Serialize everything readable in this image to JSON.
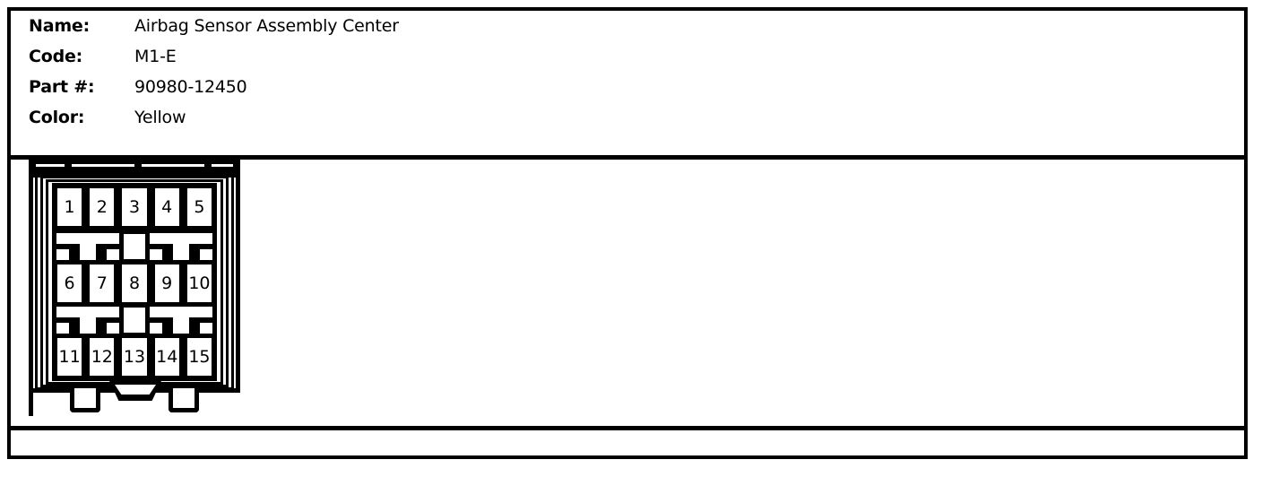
{
  "header": {
    "fields": [
      {
        "label": "Name:",
        "value": "Airbag Sensor Assembly Center"
      },
      {
        "label": "Code:",
        "value": "M1-E"
      },
      {
        "label": "Part #:",
        "value": "90980-12450"
      },
      {
        "label": "Color:",
        "value": "Yellow"
      }
    ]
  },
  "connector": {
    "total_pins": 15,
    "rows": [
      {
        "pins": [
          "1",
          "2",
          "3",
          "4",
          "5"
        ]
      },
      {
        "pins": [
          "6",
          "7",
          "8",
          "9",
          "10"
        ]
      },
      {
        "pins": [
          "11",
          "12",
          "13",
          "14",
          "15"
        ]
      }
    ]
  },
  "colors": {
    "line": "#000000",
    "background": "#ffffff"
  }
}
